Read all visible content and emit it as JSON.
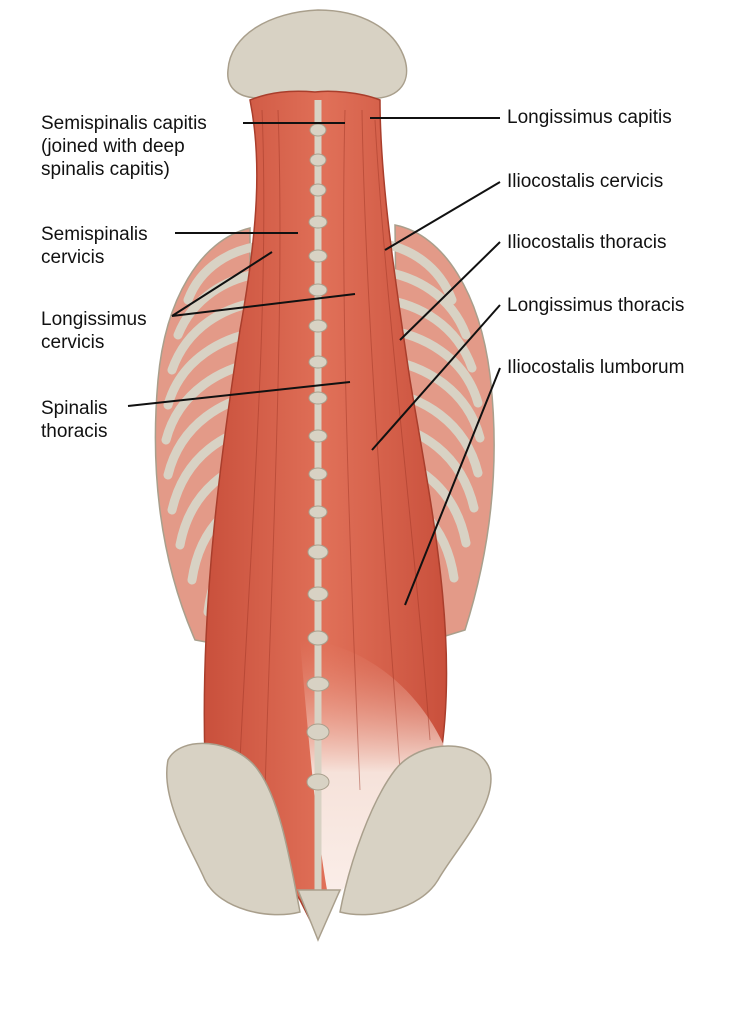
{
  "labels_left": [
    {
      "id": "semispinalis-capitis",
      "lines": [
        "Semispinalis capitis",
        "(joined with deep",
        "spinalis capitis)"
      ]
    },
    {
      "id": "semispinalis-cervicis",
      "lines": [
        "Semispinalis",
        "cervicis"
      ]
    },
    {
      "id": "longissimus-cervicis",
      "lines": [
        "Longissimus",
        "cervicis"
      ]
    },
    {
      "id": "spinalis-thoracis",
      "lines": [
        "Spinalis",
        "thoracis"
      ]
    }
  ],
  "labels_right": [
    {
      "id": "longissimus-capitis",
      "lines": [
        "Longissimus capitis"
      ]
    },
    {
      "id": "iliocostalis-cervicis",
      "lines": [
        "Iliocostalis cervicis"
      ]
    },
    {
      "id": "iliocostalis-thoracis",
      "lines": [
        "Iliocostalis thoracis"
      ]
    },
    {
      "id": "longissimus-thoracis",
      "lines": [
        "Longissimus thoracis"
      ]
    },
    {
      "id": "iliocostalis-lumborum",
      "lines": [
        "Iliocostalis lumborum"
      ]
    }
  ],
  "colors": {
    "muscle": "#d9614a",
    "muscle_dark": "#b8402e",
    "muscle_light": "#ea8a72",
    "bone": "#d8d2c4",
    "bone_shadow": "#b9b1a0",
    "tendon": "#f4ddd4",
    "leader_line": "#111111"
  }
}
